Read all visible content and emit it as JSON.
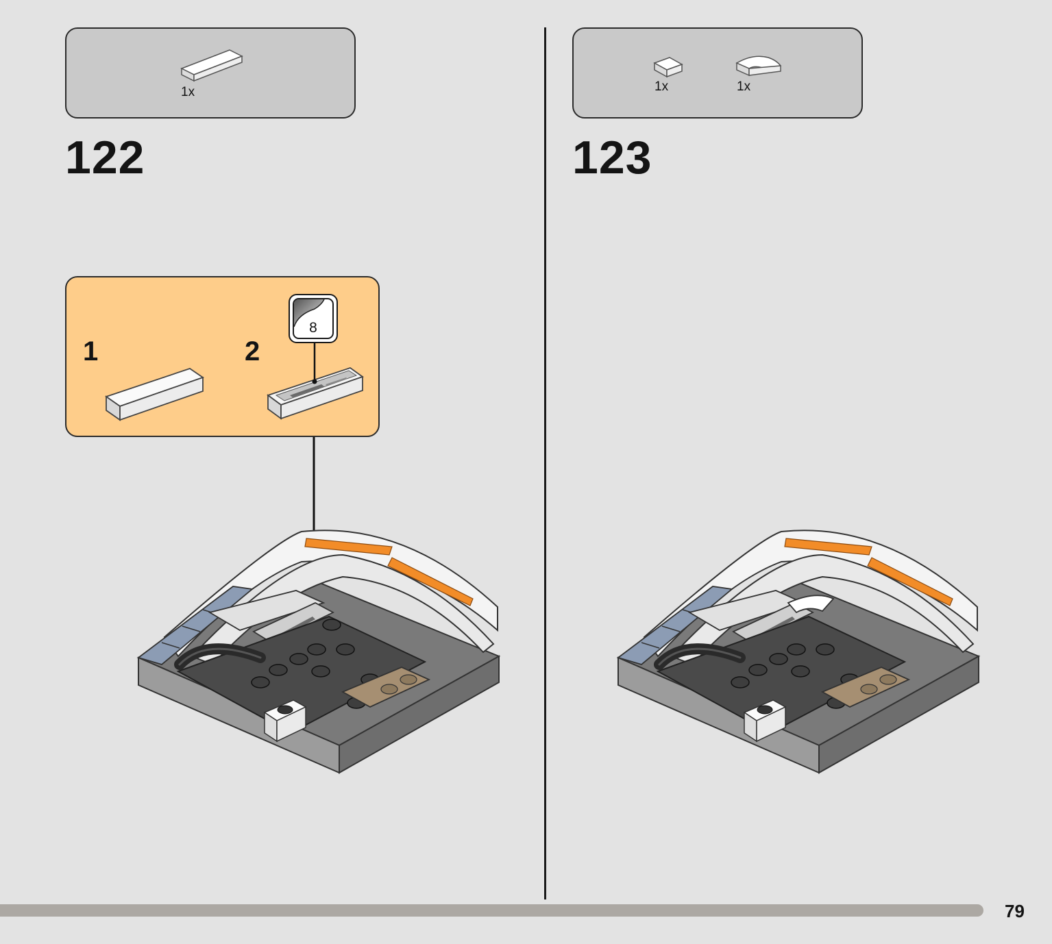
{
  "steps": [
    {
      "number": "122",
      "parts": [
        {
          "qty": "1x",
          "icon": "white-tile-1x4-icon"
        }
      ],
      "substeps": [
        {
          "number": "1",
          "icon": "white-tile-icon"
        },
        {
          "number": "2",
          "icon": "stickered-tile-icon"
        }
      ],
      "sticker": {
        "number": "8",
        "icon": "sticker-sheet-icon"
      },
      "model_icon": "model-assembly-icon"
    },
    {
      "number": "123",
      "parts": [
        {
          "qty": "1x",
          "icon": "white-tile-1x1-icon"
        },
        {
          "qty": "1x",
          "icon": "white-curved-slope-icon"
        }
      ],
      "model_icon": "model-assembly-icon"
    }
  ],
  "page_number": "79",
  "colors": {
    "background": "#e3e3e3",
    "parts_box": "#c9c9c9",
    "substep_box": "#fecd8a",
    "accent_orange": "#f28c28",
    "progress_bar": "#aca8a3"
  }
}
